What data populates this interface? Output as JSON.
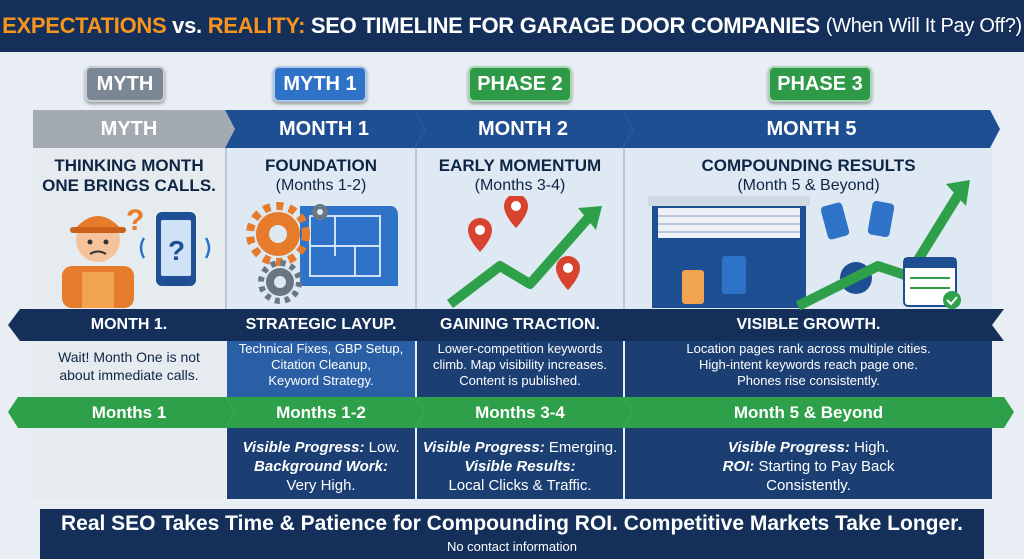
{
  "header": {
    "word1": "EXPECTATIONS",
    "vs": " vs. ",
    "word2": "REALITY:",
    "rest": " SEO TIMELINE FOR GARAGE DOOR COMPANIES",
    "paren": "(When Will It Pay Off?)"
  },
  "badges": [
    "MYTH",
    "MYTH 1",
    "PHASE 2",
    "PHASE 3"
  ],
  "month_bar": [
    "MYTH",
    "MONTH 1",
    "MONTH 2",
    "MONTH 5"
  ],
  "columns": [
    {
      "title1": "THINKING MONTH",
      "title2": "ONE BRINGS CALLS.",
      "subtitle": ""
    },
    {
      "title1": "FOUNDATION",
      "title2": "",
      "subtitle": "(Months 1-2)"
    },
    {
      "title1": "EARLY MOMENTUM",
      "title2": "",
      "subtitle": "(Months 3-4)"
    },
    {
      "title1": "COMPOUNDING RESULTS",
      "title2": "",
      "subtitle": "(Month 5 & Beyond)"
    }
  ],
  "status_bar": [
    "MONTH 1.",
    "STRATEGIC LAYUP.",
    "GAINING TRACTION.",
    "VISIBLE GROWTH."
  ],
  "descriptions": [
    [
      "Wait! Month One is not",
      "about immediate calls."
    ],
    [
      "Technical Fixes, GBP Setup,",
      "Citation Cleanup,",
      "Keyword Strategy."
    ],
    [
      "Lower-competition keywords",
      "climb. Map visibility increases.",
      "Content is published."
    ],
    [
      "Location pages rank across multiple cities.",
      "High-intent keywords reach page one.",
      "Phones rise consistently."
    ]
  ],
  "timeline_bar": [
    "Months 1",
    "Months 1-2",
    "Months 3-4",
    "Month 5 & Beyond"
  ],
  "progress": [
    [],
    [
      {
        "label": "Visible Progress:",
        "value": " Low."
      },
      {
        "label": "Background Work:",
        "value": ""
      },
      {
        "label": "",
        "value": "Very High."
      }
    ],
    [
      {
        "label": "Visible Progress:",
        "value": " Emerging."
      },
      {
        "label": "Visible Results:",
        "value": ""
      },
      {
        "label": "",
        "value": "Local Clicks & Traffic."
      }
    ],
    [
      {
        "label": "Visible Progress:",
        "value": " High."
      },
      {
        "label": "ROI:",
        "value": " Starting to Pay Back"
      },
      {
        "label": "",
        "value": "Consistently."
      }
    ]
  ],
  "footer": {
    "main": "Real SEO Takes Time & Patience for Compounding ROI. Competitive Markets Take Longer.",
    "sub": "No contact information"
  },
  "colors": {
    "navy": "#14305a",
    "orange": "#f7941d",
    "gray_badge": "#7b8794",
    "blue_badge": "#2f73c9",
    "green_badge": "#2e9a48",
    "green_bar": "#2ea04a",
    "blue_fill": "#2b5fa5"
  },
  "icons": [
    "worried-technician-icon",
    "question-mark-icon",
    "phone-question-icon",
    "gear-icon",
    "blueprint-icon",
    "map-pin-icon",
    "growth-arrow-icon",
    "garage-door-icon",
    "ringing-phone-icon",
    "calendar-check-icon"
  ]
}
